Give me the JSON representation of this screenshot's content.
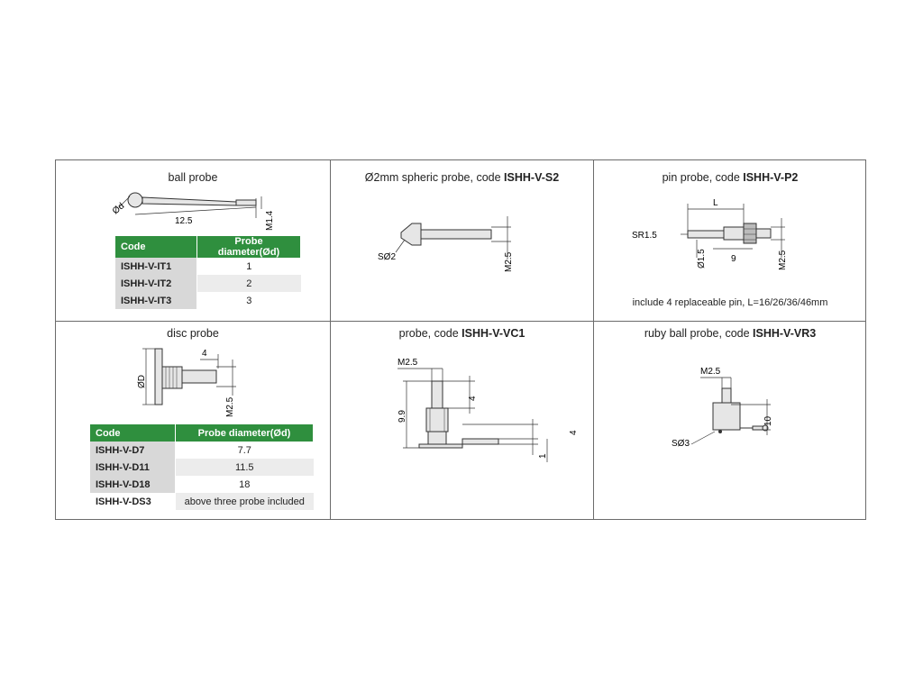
{
  "cells": {
    "ball": {
      "title": "ball probe",
      "dims": {
        "ball": "Ød",
        "length": "12.5",
        "thread": "M1.4"
      },
      "table": {
        "headers": [
          "Code",
          "Probe diameter(Ød)"
        ],
        "rows": [
          {
            "code": "ISHH-V-IT1",
            "value": "1"
          },
          {
            "code": "ISHH-V-IT2",
            "value": "2"
          },
          {
            "code": "ISHH-V-IT3",
            "value": "3"
          }
        ]
      }
    },
    "spheric": {
      "title_prefix": "Ø2mm spheric probe, code ",
      "title_code": "ISHH-V-S2",
      "dims": {
        "sphere": "SØ2",
        "thread": "M2.5"
      }
    },
    "pin": {
      "title_prefix": "pin probe, code ",
      "title_code": "ISHH-V-P2",
      "dims": {
        "length": "L",
        "radius": "SR1.5",
        "pin": "Ø1.5",
        "nine": "9",
        "thread": "M2.5"
      },
      "note": "include 4 replaceable pin, L=16/26/36/46mm"
    },
    "disc": {
      "title": "disc probe",
      "dims": {
        "diameter": "ØD",
        "four": "4",
        "thread": "M2.5"
      },
      "table": {
        "headers": [
          "Code",
          "Probe diameter(Ød)"
        ],
        "rows": [
          {
            "code": "ISHH-V-D7",
            "value": "7.7"
          },
          {
            "code": "ISHH-V-D11",
            "value": "11.5"
          },
          {
            "code": "ISHH-V-D18",
            "value": "18"
          },
          {
            "code": "ISHH-V-DS3",
            "value": "above three probe included"
          }
        ]
      }
    },
    "vc1": {
      "title_prefix": "probe, code ",
      "title_code": "ISHH-V-VC1",
      "dims": {
        "thread": "M2.5",
        "height": "9.9",
        "four_top": "4",
        "four_right": "4",
        "one": "1"
      }
    },
    "vr3": {
      "title_prefix": "ruby ball probe, code ",
      "title_code": "ISHH-V-VR3",
      "dims": {
        "thread": "M2.5",
        "height": "10",
        "sphere": "SØ3"
      }
    }
  }
}
